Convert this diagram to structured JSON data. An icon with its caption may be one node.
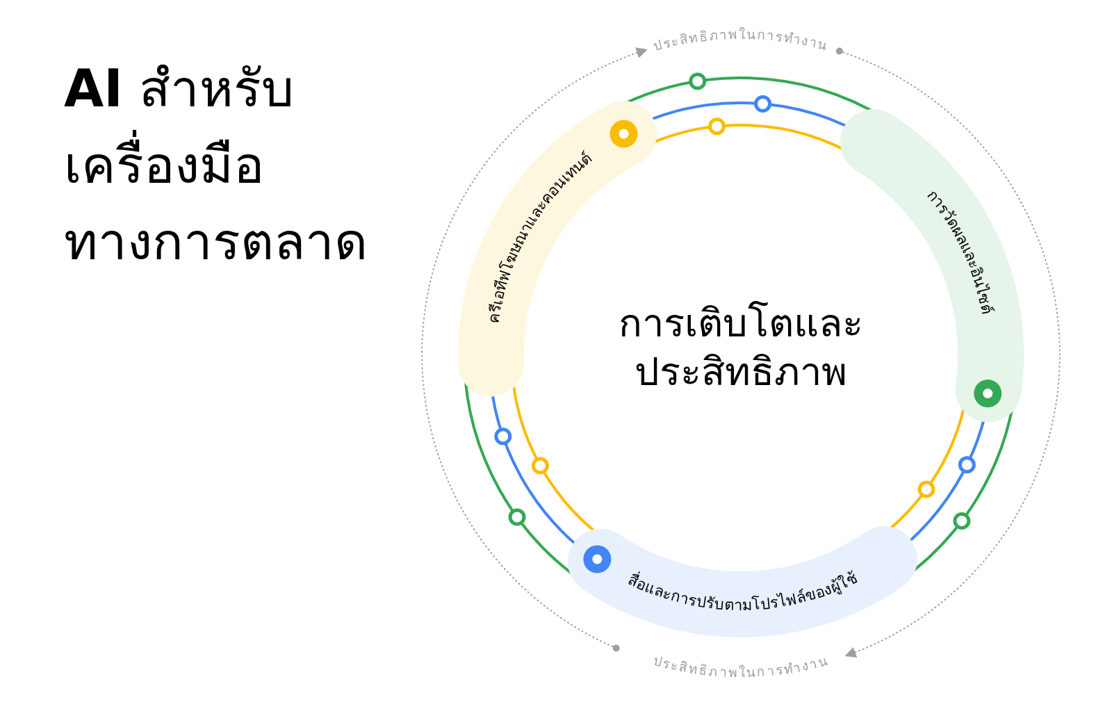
{
  "diagram": {
    "title": "**AI** สำหรับเครื่องมือทางการตลาด",
    "nodes": [
      {
        "text": [
          "ครีเอทีฟโฆษณาและคอนเทนต์"
        ]
      },
      {
        "text": [
          "การวัดผลและอินไซต์"
        ]
      },
      {
        "text": [
          "การเติบโตและประสิทธิภาพ"
        ]
      },
      {
        "text": [
          "สื่อและการปรับตามโปรไฟล์ของผู้ใช้"
        ]
      }
    ],
    "edges": [
      {
        "from": 0,
        "to": 1,
        "arrow": "none",
        "color": "#34a853"
      },
      {
        "from": 0,
        "to": 1,
        "arrow": "none",
        "color": "#4285f4"
      },
      {
        "from": 0,
        "to": 1,
        "arrow": "none",
        "color": "#fbbc04"
      },
      {
        "from": 1,
        "to": 3,
        "arrow": "none",
        "color": "#34a853"
      },
      {
        "from": 1,
        "to": 3,
        "arrow": "none",
        "color": "#4285f4"
      },
      {
        "from": 1,
        "to": 3,
        "arrow": "none",
        "color": "#fbbc04"
      },
      {
        "from": 3,
        "to": 0,
        "arrow": "none",
        "color": "#34a853"
      },
      {
        "from": 3,
        "to": 0,
        "arrow": "none",
        "color": "#4285f4"
      },
      {
        "from": 3,
        "to": 0,
        "arrow": "none",
        "color": "#fbbc04"
      }
    ],
    "labels": [
      "ประสิทธิภาพในการทำงาน",
      "ประสิทธิภาพในการทำงาน"
    ]
  }
}
